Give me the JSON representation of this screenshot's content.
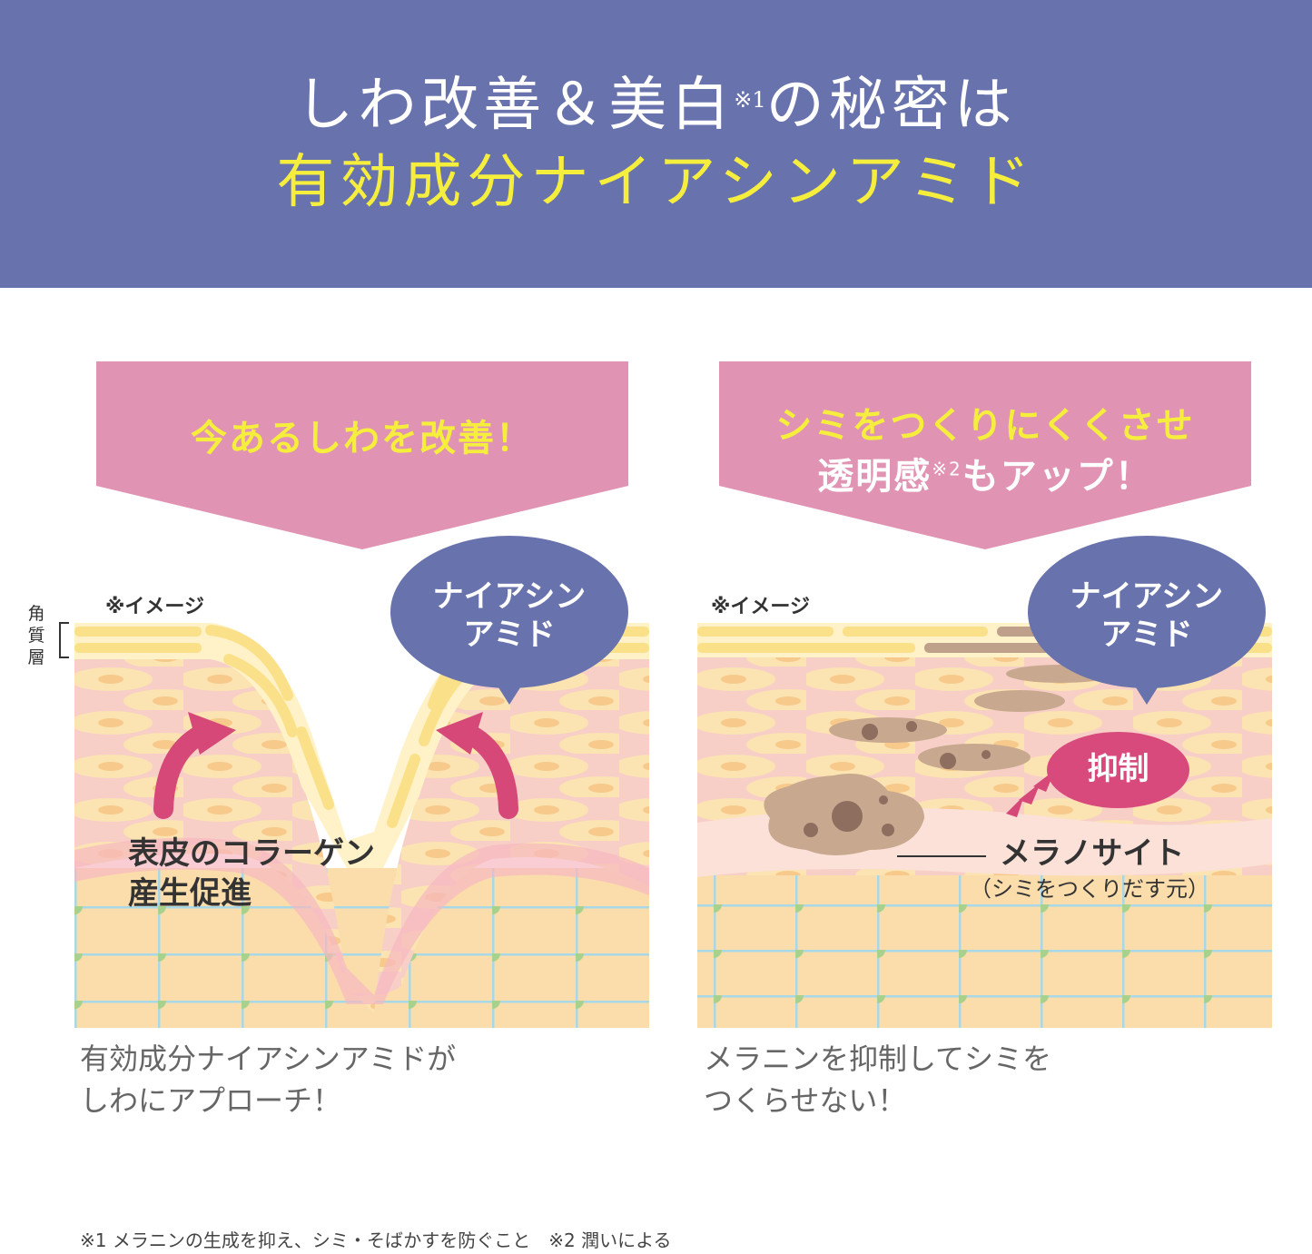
{
  "header": {
    "line1_main": "しわ改善＆美白",
    "line1_sup": "※1",
    "line1_tail": "の秘密は",
    "line2": "有効成分ナイアシンアミド"
  },
  "left": {
    "banner": "今あるしわを改善！",
    "image_note": "※イメージ",
    "layer_label": "角質層",
    "bubble_line1": "ナイアシン",
    "bubble_line2": "アミド",
    "effect_line1": "表皮のコラーゲン",
    "effect_line2": "産生促進",
    "caption_line1": "有効成分ナイアシンアミドが",
    "caption_line2": "しわにアプローチ！"
  },
  "right": {
    "banner_line1": "シミをつくりにくくさせ",
    "banner_line2_main": "透明感",
    "banner_line2_sup": "※2",
    "banner_line2_tail": "もアップ！",
    "image_note": "※イメージ",
    "bubble_line1": "ナイアシン",
    "bubble_line2": "アミド",
    "suppress": "抑制",
    "melanocyte": "メラノサイト",
    "melanocyte_sub": "（シミをつくりだす元）",
    "caption_line1": "メラニンを抑制してシミを",
    "caption_line2": "つくらせない！"
  },
  "footnote": "※1 メラニンの生成を抑え、シミ・そばかすを防ぐこと　※2  潤いによる",
  "colors": {
    "header_bg": "#6872ad",
    "header_accent": "#f6ee3d",
    "banner_bg": "#e093b2",
    "bubble_bg": "#6872ad",
    "suppress_bg": "#d94a7c",
    "arrow": "#d64878"
  }
}
